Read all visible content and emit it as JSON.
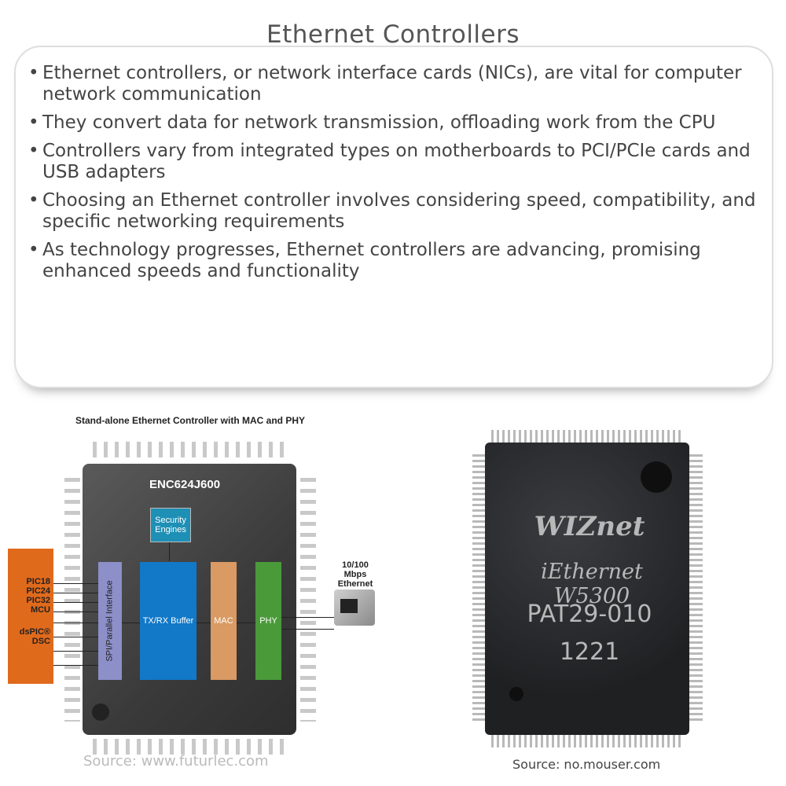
{
  "title": "Ethernet Controllers",
  "bullets": [
    "Ethernet controllers, or network interface cards (NICs), are vital for computer network communication",
    "They convert data for network transmission, offloading work from the CPU",
    "Controllers vary from integrated types on motherboards to PCI/PCIe cards and USB adapters",
    "Choosing an Ethernet controller involves considering speed, compatibility, and specific networking requirements",
    "As technology progresses, Ethernet controllers are advancing, promising enhanced speeds and functionality"
  ],
  "diagram": {
    "heading": "Stand-alone Ethernet Controller with MAC and PHY",
    "chip_name": "ENC624J600",
    "security": "Security Engines",
    "spi": "SPI/Parallel Interface",
    "txrx": "TX/RX Buffer",
    "mac": "MAC",
    "phy": "PHY",
    "mcu": [
      "PIC18",
      "PIC24",
      "PIC32",
      "MCU",
      "",
      "dsPIC®",
      "DSC"
    ],
    "ethernet": "10/100 Mbps Ethernet",
    "source": "Source: www.futurlec.com"
  },
  "photo": {
    "brand": "WIZnet",
    "model": "iEthernet W5300",
    "code": "PAT29-010",
    "date": "1221",
    "source": "Source: no.mouser.com"
  }
}
